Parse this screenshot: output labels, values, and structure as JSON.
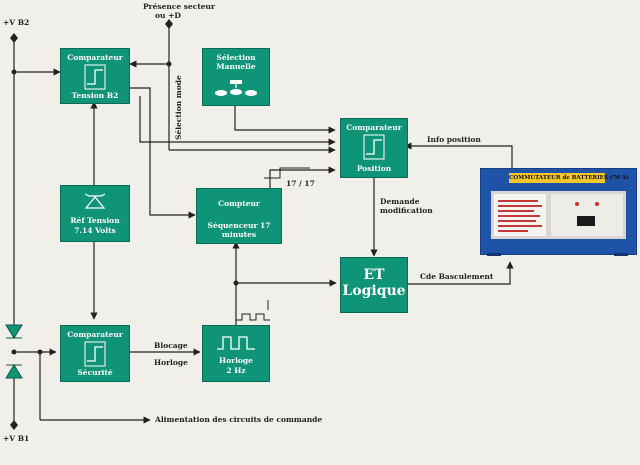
{
  "labels": {
    "vb2": "+V  B2",
    "vb1": "+V  B1",
    "presence1": "Présence secteur",
    "presence2": "ou   +D",
    "selection_mode": "Sélection  mode",
    "info_position": "Info position",
    "ratio": "17 / 17",
    "demande1": "Demande",
    "demande2": "modification",
    "cde": "Cde  Basculement",
    "blocage": "Blocage",
    "horloge": "Horloge",
    "alimentation": "Alimentation  des  circuits de commande"
  },
  "blocks": {
    "comp_b2": {
      "title": "Comparateur",
      "sub": "Tension  B2"
    },
    "selection": {
      "title": "Sélection",
      "sub": "Manuelle"
    },
    "comp_pos": {
      "title": "Comparateur",
      "sub": "Position"
    },
    "compteur": {
      "title": "Compteur",
      "sub": "Séquenceur  17 minutes"
    },
    "ref": {
      "title": "Réf  Tension",
      "sub": "7.14  Volts"
    },
    "et": {
      "title": "ET",
      "sub": "Logique"
    },
    "comp_sec": {
      "title": "Comparateur",
      "sub": "Sécurité"
    },
    "horloge": {
      "title": "Horloge",
      "sub": "2 Hz"
    }
  },
  "device": {
    "title": "COMMUTATEUR  de  BATTERIES  (70 A)"
  },
  "colors": {
    "block": "#109477",
    "line": "#222222",
    "device": "#1f53a8",
    "device_title": "#f3c72c"
  }
}
